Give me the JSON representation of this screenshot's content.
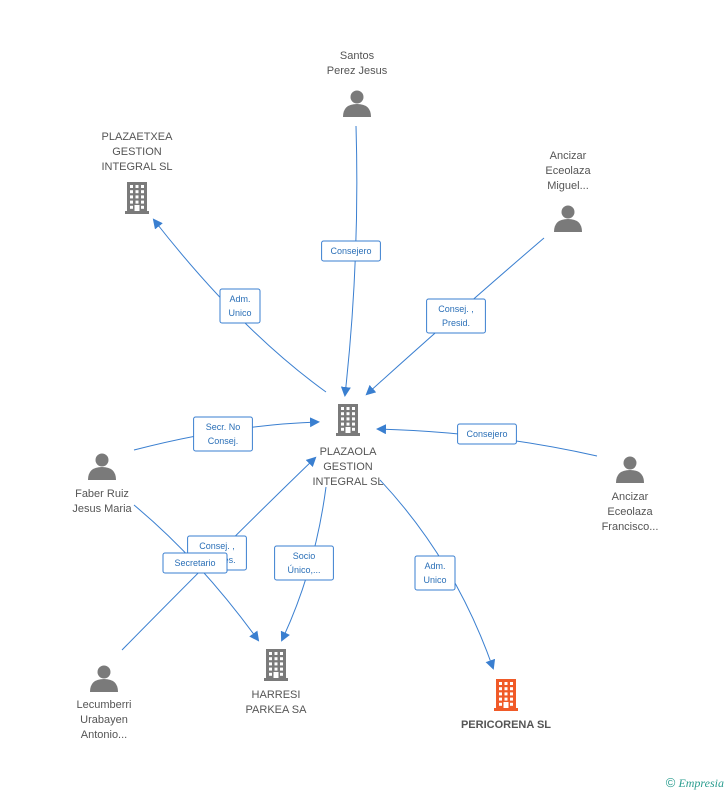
{
  "nodes": [
    {
      "id": "plazaola",
      "type": "company",
      "label": [
        "PLAZAOLA",
        "GESTION",
        "INTEGRAL SL"
      ]
    },
    {
      "id": "santos",
      "type": "person",
      "label": [
        "Santos",
        "Perez Jesus"
      ]
    },
    {
      "id": "plazaetxea",
      "type": "company",
      "label": [
        "PLAZAETXEA",
        "GESTION",
        "INTEGRAL SL"
      ]
    },
    {
      "id": "ancizar_miguel",
      "type": "person",
      "label": [
        "Ancizar",
        "Eceolaza",
        "Miguel..."
      ]
    },
    {
      "id": "faber",
      "type": "person",
      "label": [
        "Faber Ruiz",
        "Jesus Maria"
      ]
    },
    {
      "id": "ancizar_francisco",
      "type": "person",
      "label": [
        "Ancizar",
        "Eceolaza",
        "Francisco..."
      ]
    },
    {
      "id": "lecumberri",
      "type": "person",
      "label": [
        "Lecumberri",
        "Urabayen",
        "Antonio..."
      ]
    },
    {
      "id": "harresi",
      "type": "company",
      "label": [
        "HARRESI",
        "PARKEA SA"
      ]
    },
    {
      "id": "pericorena",
      "type": "company",
      "highlight": true,
      "label": [
        "PERICORENA SL"
      ]
    }
  ],
  "edges": [
    {
      "from": "santos",
      "to": "plazaola",
      "label": [
        "Consejero"
      ]
    },
    {
      "from": "plazaola",
      "to": "plazaetxea",
      "label": [
        "Adm.",
        "Unico"
      ]
    },
    {
      "from": "ancizar_miguel",
      "to": "plazaola",
      "label": [
        "Consej. ,",
        "Presid."
      ]
    },
    {
      "from": "faber",
      "to": "plazaola",
      "label": [
        "Secr.  No",
        "Consej."
      ]
    },
    {
      "from": "ancizar_francisco",
      "to": "plazaola",
      "label": [
        "Consejero"
      ]
    },
    {
      "from": "lecumberri",
      "to": "plazaola",
      "label": [
        "Consej. ,",
        "Vicepres."
      ]
    },
    {
      "from": "faber",
      "to": "harresi",
      "label": [
        "Secretario"
      ]
    },
    {
      "from": "plazaola",
      "to": "harresi",
      "label": [
        "Socio",
        "Único,..."
      ]
    },
    {
      "from": "plazaola",
      "to": "pericorena",
      "label": [
        "Adm.",
        "Unico"
      ]
    }
  ],
  "footer": {
    "copyright": "©",
    "brand": "Empresia"
  },
  "colors": {
    "edge": "#3a7fd0",
    "icon": "#7a7a7a",
    "highlight": "#f05a28",
    "label_border": "#3a7fd0"
  }
}
